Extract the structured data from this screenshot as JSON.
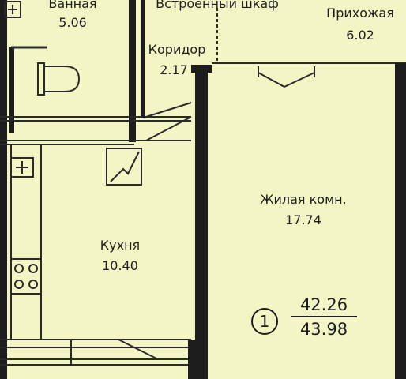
{
  "rooms": {
    "bathroom": {
      "name": "Ванная",
      "area": "5.06"
    },
    "wardrobe": {
      "name": "Встроенный шкаф"
    },
    "hallway": {
      "name": "Прихожая",
      "area": "6.02"
    },
    "corridor": {
      "name": "Коридор",
      "area": "2.17"
    },
    "living": {
      "name": "Жилая комн.",
      "area": "17.74"
    },
    "kitchen": {
      "name": "Кухня",
      "area": "10.40"
    }
  },
  "apartment": {
    "number": "1",
    "living_area": "42.26",
    "total_area": "43.98"
  },
  "colors": {
    "floor": "#f3f5c4",
    "wall": "#1d1d1d",
    "line": "#2a2a2a"
  },
  "icons": [
    "socket-icon",
    "toilet-icon",
    "stove-icon",
    "ventilation-shaft-icon"
  ]
}
